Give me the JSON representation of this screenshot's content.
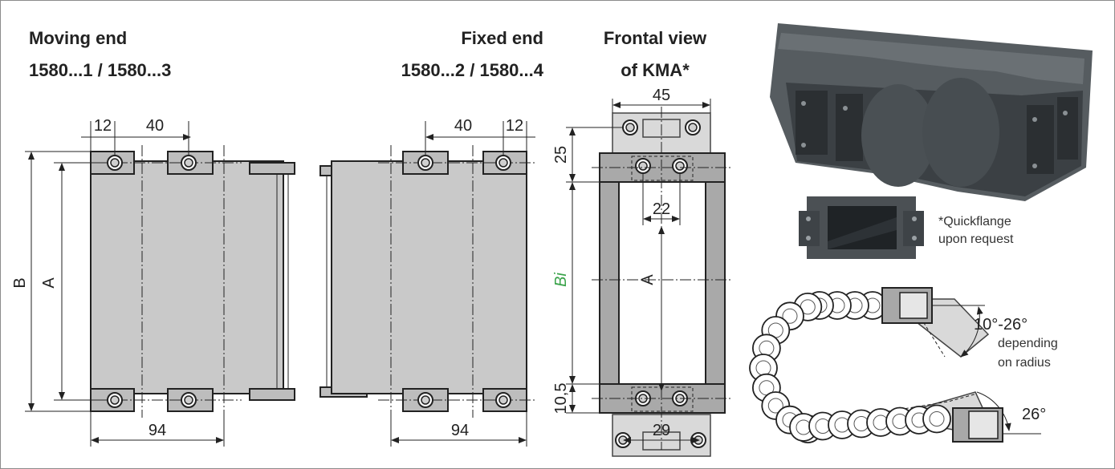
{
  "headings": {
    "moving_end_title": "Moving end",
    "moving_end_parts": "1580...1 / 1580...3",
    "fixed_end_title": "Fixed end",
    "fixed_end_parts": "1580...2 / 1580...4",
    "frontal_title": "Frontal view",
    "frontal_sub": "of KMA*"
  },
  "dimensions": {
    "moving_offset": "12",
    "moving_spacing": "40",
    "moving_width": "94",
    "fixed_spacing": "40",
    "fixed_offset": "12",
    "fixed_width": "94",
    "height_b": "B",
    "height_a": "A",
    "frontal_top_width": "45",
    "frontal_top_height": "25",
    "frontal_hole_spacing": "22",
    "frontal_inner_width": "Bi",
    "frontal_a": "A",
    "frontal_bottom_height": "10,5",
    "frontal_bottom_width": "29"
  },
  "notes": {
    "quickflange_line1": "*Quickflange",
    "quickflange_line2": "upon request",
    "angle_range": "10°-26°",
    "depending_line1": "depending",
    "depending_line2": "on radius",
    "angle_fixed": "26°"
  },
  "colors": {
    "part_fill": "#c9c9c9",
    "photo_fill": "#3f4447",
    "inner_width_label": "#3aa34a"
  }
}
